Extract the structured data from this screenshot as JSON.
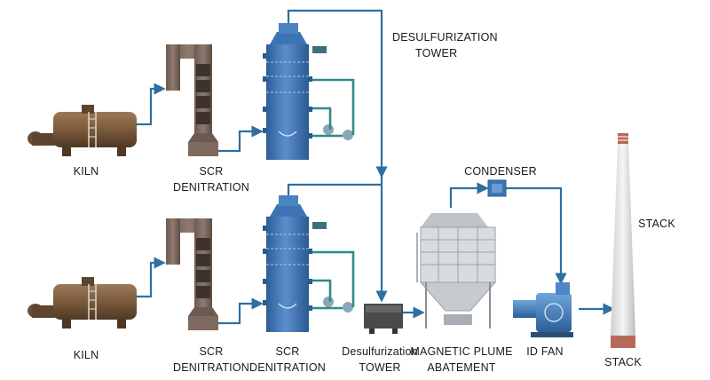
{
  "labels": {
    "kiln_top": "KILN",
    "kiln_bottom": "KILN",
    "scr_top_1": "SCR",
    "scr_top_2": "DENITRATION",
    "scr_bottom_1": "SCR",
    "scr_bottom_2": "DENITRATION",
    "scr_bottom_b_1": "SCR",
    "scr_bottom_b_2": "DENITRATION",
    "desulf_top_1": "DESULFURIZATION",
    "desulf_top_2": "TOWER",
    "desulf_bottom_1": "Desulfurization",
    "desulf_bottom_2": "TOWER",
    "magnetic_1": "MAGNETIC PLUME",
    "magnetic_2": "ABATEMENT",
    "condenser": "CONDENSER",
    "id_fan": "ID FAN",
    "stack_right": "STACK",
    "stack_bottom": "STACK"
  },
  "colors": {
    "pipe": "#2f6fa1",
    "pipe_green": "#2f8a8a",
    "tower_blue": "#3d74b5",
    "kiln_brown": "#7a5a3c",
    "scr_brown": "#7e6a5e",
    "stack_brick": "#b86a5a"
  }
}
